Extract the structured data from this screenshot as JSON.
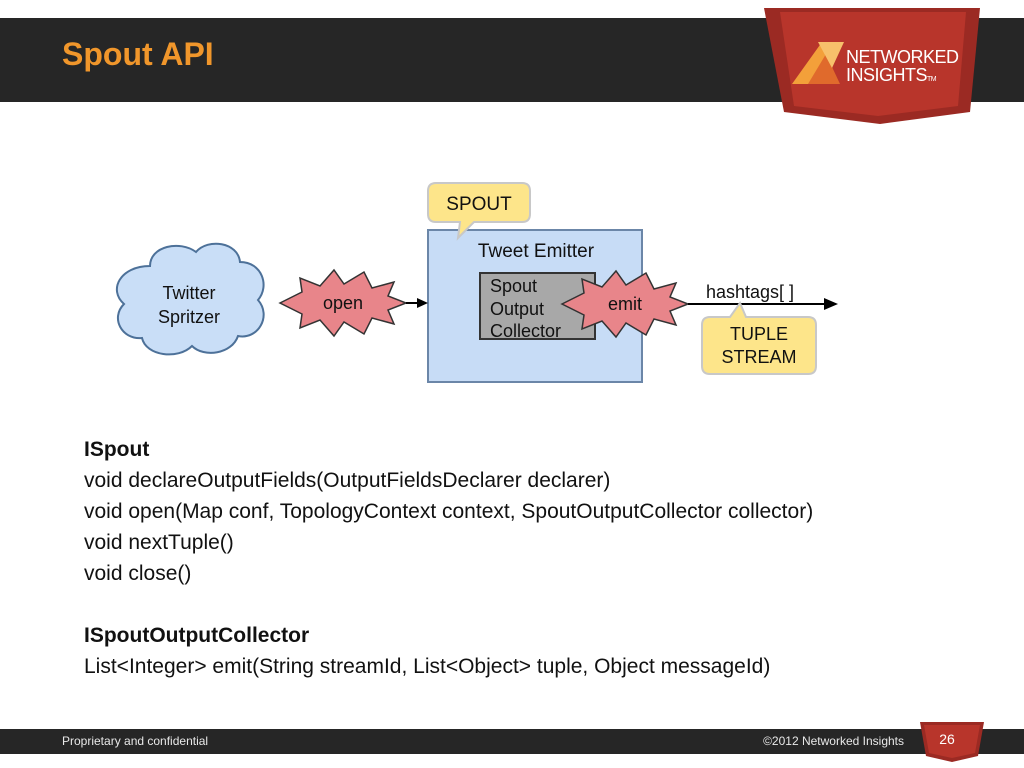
{
  "slide": {
    "title": "Spout API"
  },
  "logo": {
    "line1": "NETWORKED",
    "line2": "INSIGHTS",
    "tm": "TM"
  },
  "diagram": {
    "spout_callout": "SPOUT",
    "source_cloud": [
      "Twitter",
      "Spritzer"
    ],
    "open_burst": "open",
    "emitter_title": "Tweet Emitter",
    "collector_box": [
      "Spout",
      "Output",
      "Collector"
    ],
    "emit_burst": "emit",
    "output_label": "hashtags[ ]",
    "tuple_callout": [
      "TUPLE",
      "STREAM"
    ],
    "colors": {
      "callout_fill": "#fde58a",
      "emitter_fill": "#c7dcf6",
      "burst_fill": "#e8858a",
      "cloud_fill": "#c9def7",
      "collector_fill": "#a8a8a8"
    }
  },
  "content": {
    "ispout_heading": "ISpout",
    "ispout_methods": [
      "void declareOutputFields(OutputFieldsDeclarer declarer)",
      "void open(Map conf, TopologyContext context, SpoutOutputCollector collector)",
      "void nextTuple()",
      "void close()"
    ],
    "collector_heading": "ISpoutOutputCollector",
    "collector_methods": [
      "List<Integer> emit(String streamId, List<Object> tuple, Object messageId)"
    ]
  },
  "footer": {
    "left": "Proprietary and confidential",
    "right": "©2012  Networked Insights",
    "page": "26"
  }
}
